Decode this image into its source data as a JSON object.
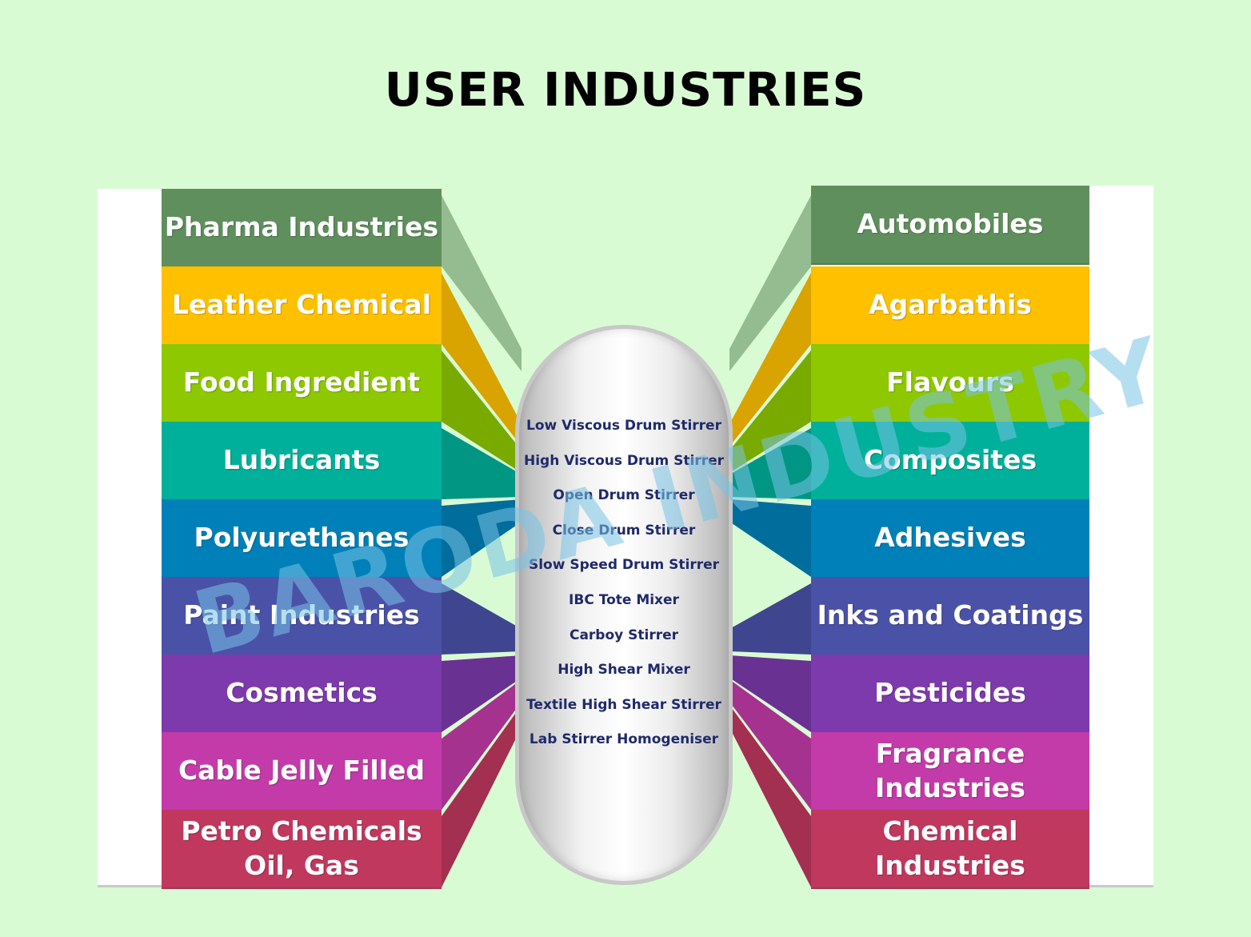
{
  "title": "USER INDUSTRIES",
  "colors": {
    "background": "#d9fbd4",
    "bands": [
      "#5f8f5c",
      "#ffc000",
      "#8dc800",
      "#00b09a",
      "#0080b8",
      "#4a52a8",
      "#7c3aac",
      "#c23ba8",
      "#c0385e"
    ]
  },
  "left_industries": [
    "Pharma Industries",
    "Leather Chemical",
    "Food Ingredient",
    "Lubricants",
    "Polyurethanes",
    "Paint Industries",
    "Cosmetics",
    "Cable Jelly Filled",
    "Petro Chemicals\nOil, Gas"
  ],
  "right_industries": [
    "Automobiles",
    "Agarbathis",
    "Flavours",
    "Composites",
    "Adhesives",
    "Inks and Coatings",
    "Pesticides",
    "Fragrance\nIndustries",
    "Chemical\nIndustries"
  ],
  "products": [
    "Low Viscous Drum Stirrer",
    "High Viscous Drum Stirrer",
    "Open Drum Stirrer",
    "Close Drum Stirrer",
    "Slow Speed Drum Stirrer",
    "IBC Tote Mixer",
    "Carboy Stirrer",
    "High Shear Mixer",
    "Textile High Shear Stirrer",
    "Lab Stirrer Homogeniser"
  ],
  "watermark": "BARODA INDUSTRY"
}
